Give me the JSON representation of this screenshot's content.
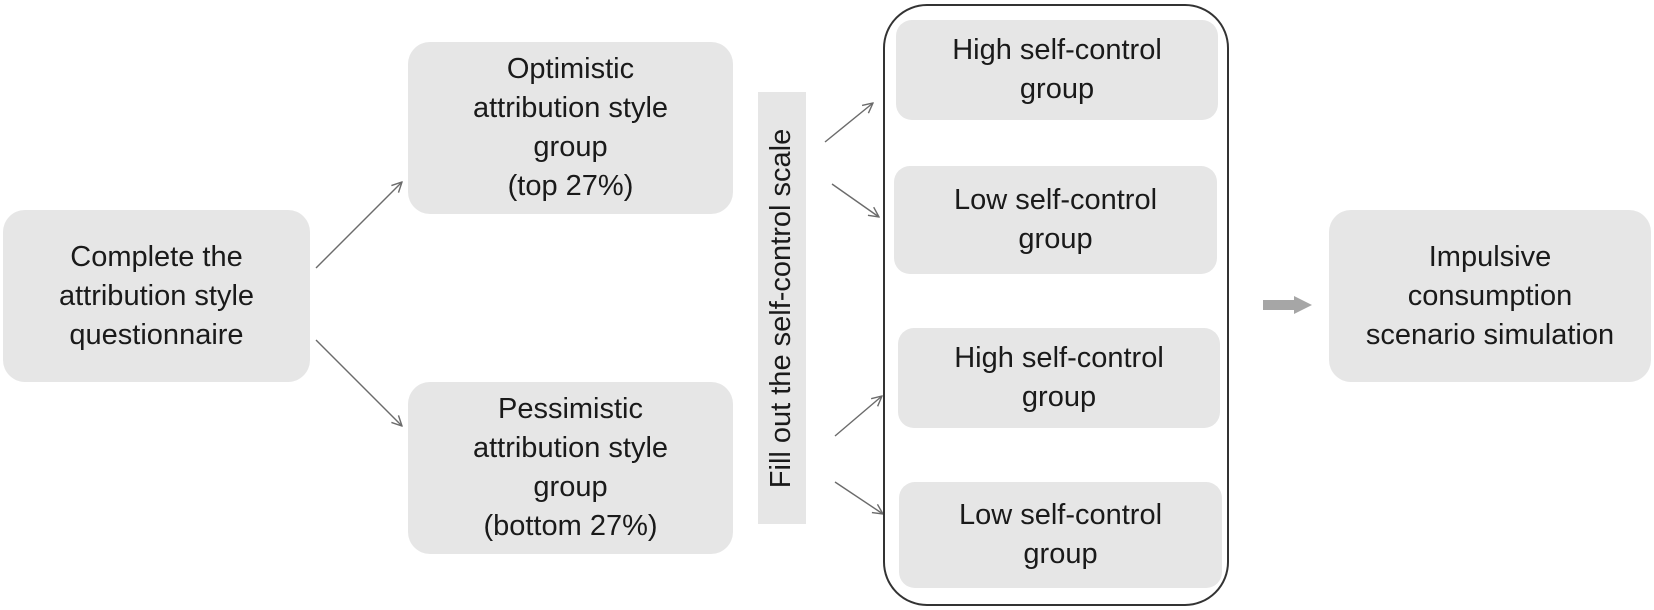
{
  "start": {
    "lines": [
      "Complete the",
      "attribution style",
      "questionnaire"
    ]
  },
  "optimistic": {
    "lines": [
      "Optimistic",
      "attribution style",
      "group",
      "(top 27%)"
    ]
  },
  "pessimistic": {
    "lines": [
      "Pessimistic",
      "attribution style",
      "group",
      "(bottom 27%)"
    ]
  },
  "scale_label": "Fill out the self-control scale",
  "groups": [
    {
      "lines": [
        "High self-control",
        "group"
      ]
    },
    {
      "lines": [
        "Low self-control",
        "group"
      ]
    },
    {
      "lines": [
        "High self-control",
        "group"
      ]
    },
    {
      "lines": [
        "Low self-control",
        "group"
      ]
    }
  ],
  "final": {
    "lines": [
      "Impulsive",
      "consumption",
      "scenario simulation"
    ]
  },
  "colors": {
    "box_fill": "#e6e6e6",
    "arrow": "#6b6b6b",
    "thick_arrow": "#a6a6a6",
    "container_border": "#333333"
  }
}
